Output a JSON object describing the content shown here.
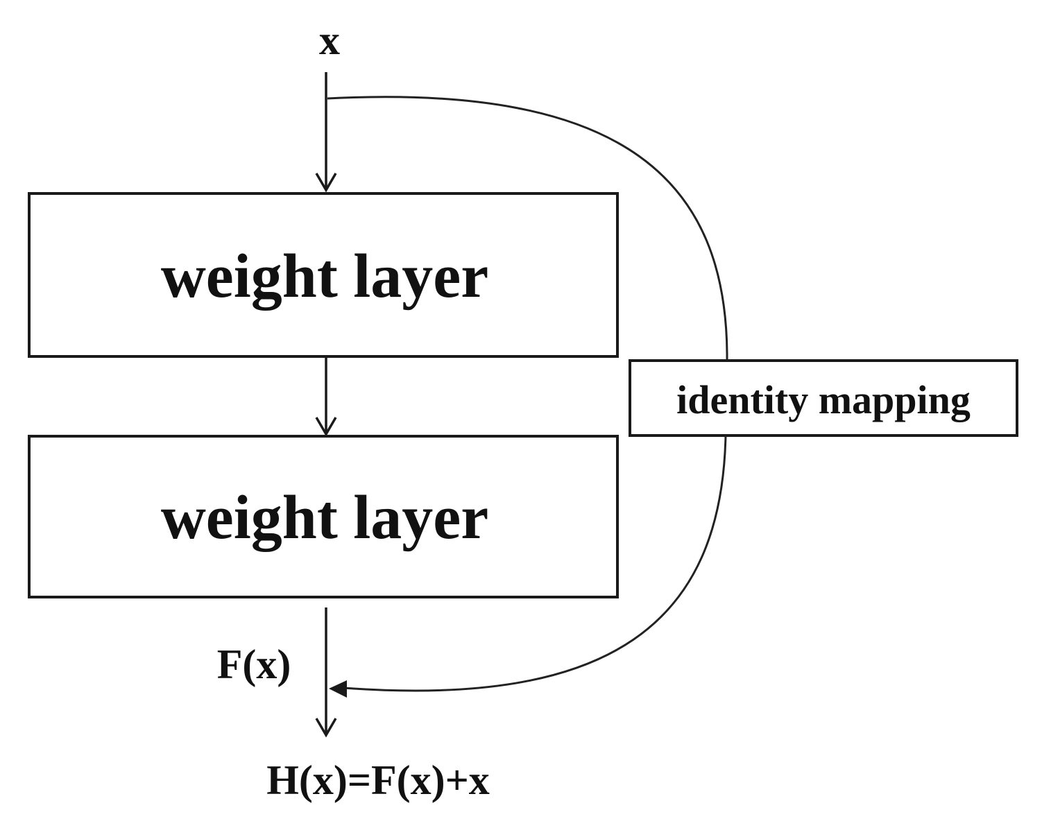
{
  "diagram": {
    "input_label": "x",
    "layer1_label": "weight layer",
    "layer2_label": "weight layer",
    "shortcut_label": "identity mapping",
    "residual_label": "F(x)",
    "output_label": "H(x)=F(x)+x"
  },
  "colors": {
    "stroke": "#1a1a1a",
    "text": "#111111",
    "background": "#ffffff"
  }
}
